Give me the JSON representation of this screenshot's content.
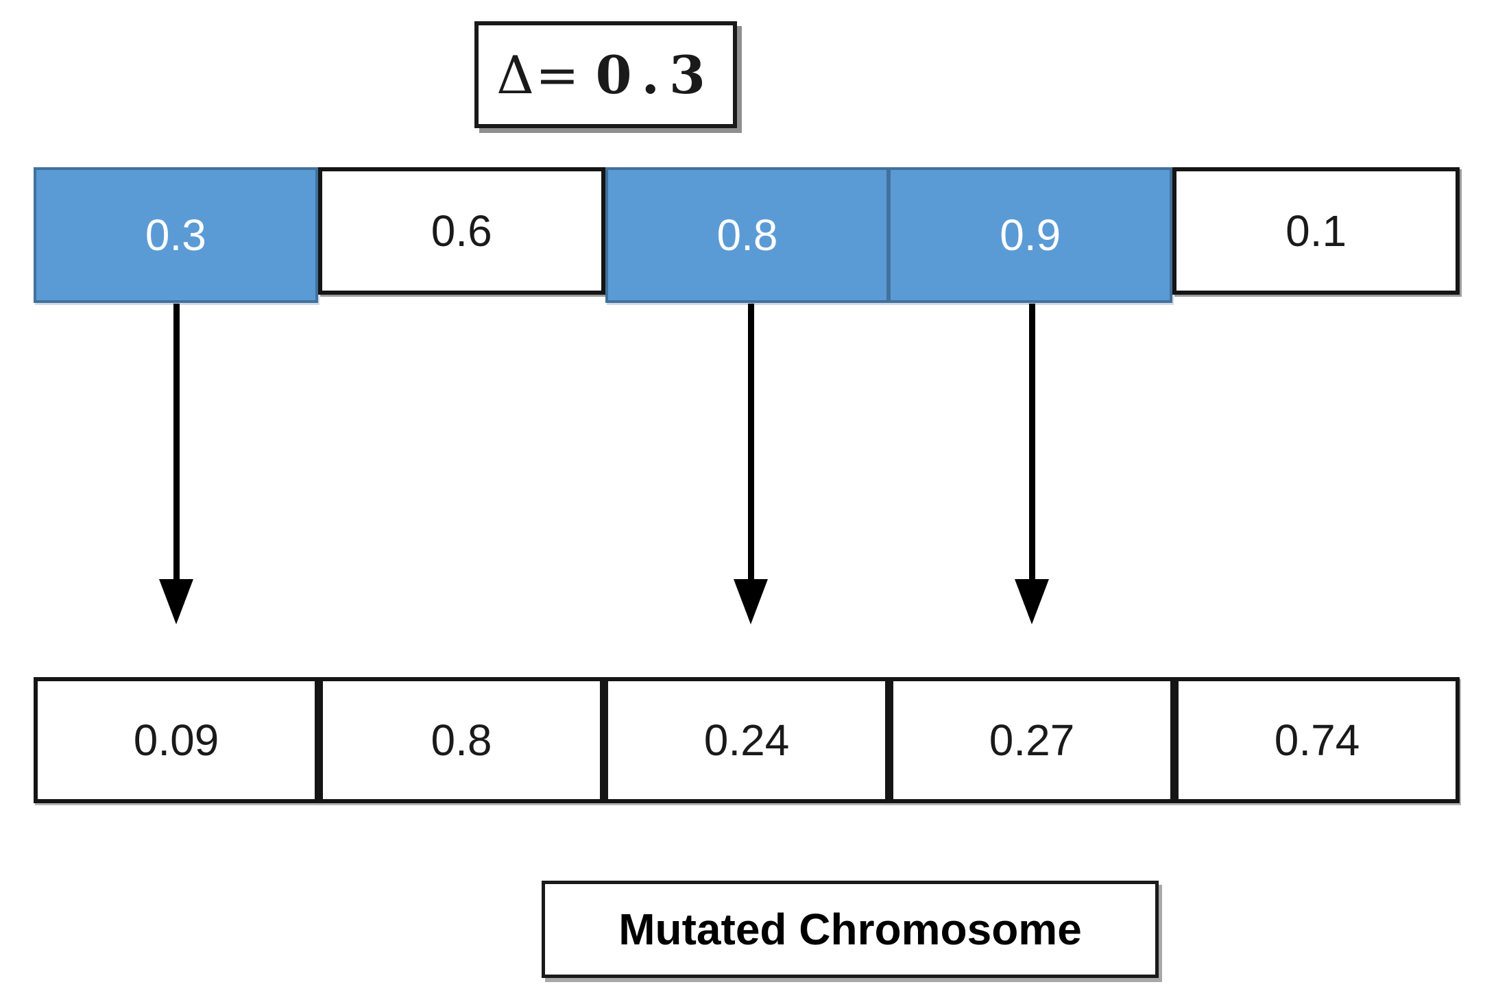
{
  "diagram": {
    "delta_label": {
      "prefix": "Δ=",
      "value": "0.3"
    },
    "original_chromosome": {
      "cells": [
        {
          "value": "0.3",
          "highlighted": true
        },
        {
          "value": "0.6",
          "highlighted": false
        },
        {
          "value": "0.8",
          "highlighted": true
        },
        {
          "value": "0.9",
          "highlighted": true
        },
        {
          "value": "0.1",
          "highlighted": false
        }
      ]
    },
    "arrows": {
      "count": 3,
      "from_cell_indexes": [
        0,
        2,
        3
      ]
    },
    "mutated_chromosome": {
      "cells": [
        {
          "value": "0.09"
        },
        {
          "value": "0.8"
        },
        {
          "value": "0.24"
        },
        {
          "value": "0.27"
        },
        {
          "value": "0.74"
        }
      ],
      "label": "Mutated Chromosome"
    },
    "colors": {
      "highlight_fill": "#5b9bd5",
      "highlight_border": "#41719c",
      "box_border": "#151515",
      "arrow": "#000000",
      "background": "#ffffff"
    }
  }
}
